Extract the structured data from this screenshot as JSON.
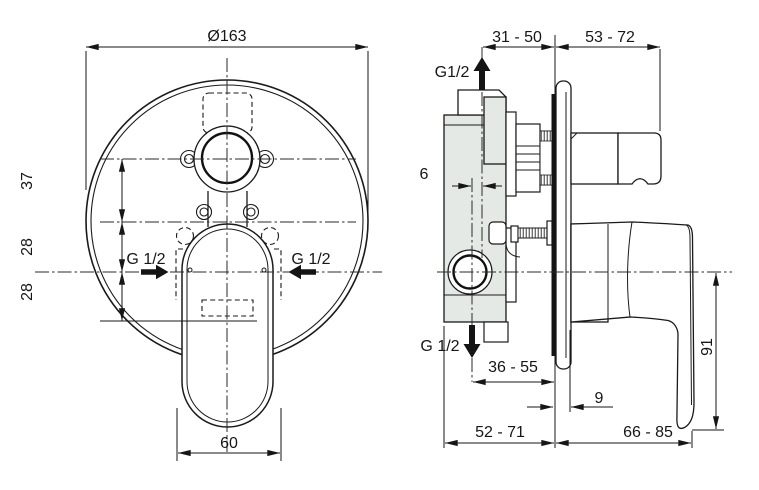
{
  "front_view": {
    "diameter": "Ø163",
    "dim_top": "37",
    "dim_mid": "28",
    "dim_bottom": "28",
    "inlet_left": "G 1/2",
    "inlet_right": "G 1/2",
    "handle_width": "60"
  },
  "side_view": {
    "recess_depth": "31 - 50",
    "trim_projection": "53 - 72",
    "top_outlet": "G1/2",
    "axis_offset": "6",
    "bottom_outlet": "G 1/2",
    "bottom_axis_to_wall": "36 - 55",
    "plate_offset": "9",
    "body_to_wall": "52 - 71",
    "lever_to_wall": "66 - 85",
    "lever_height": "91"
  },
  "colors": {
    "line": "#1a1a1a",
    "body_fill": "#e4e9e6",
    "seal": "#141414",
    "background": "#ffffff"
  }
}
